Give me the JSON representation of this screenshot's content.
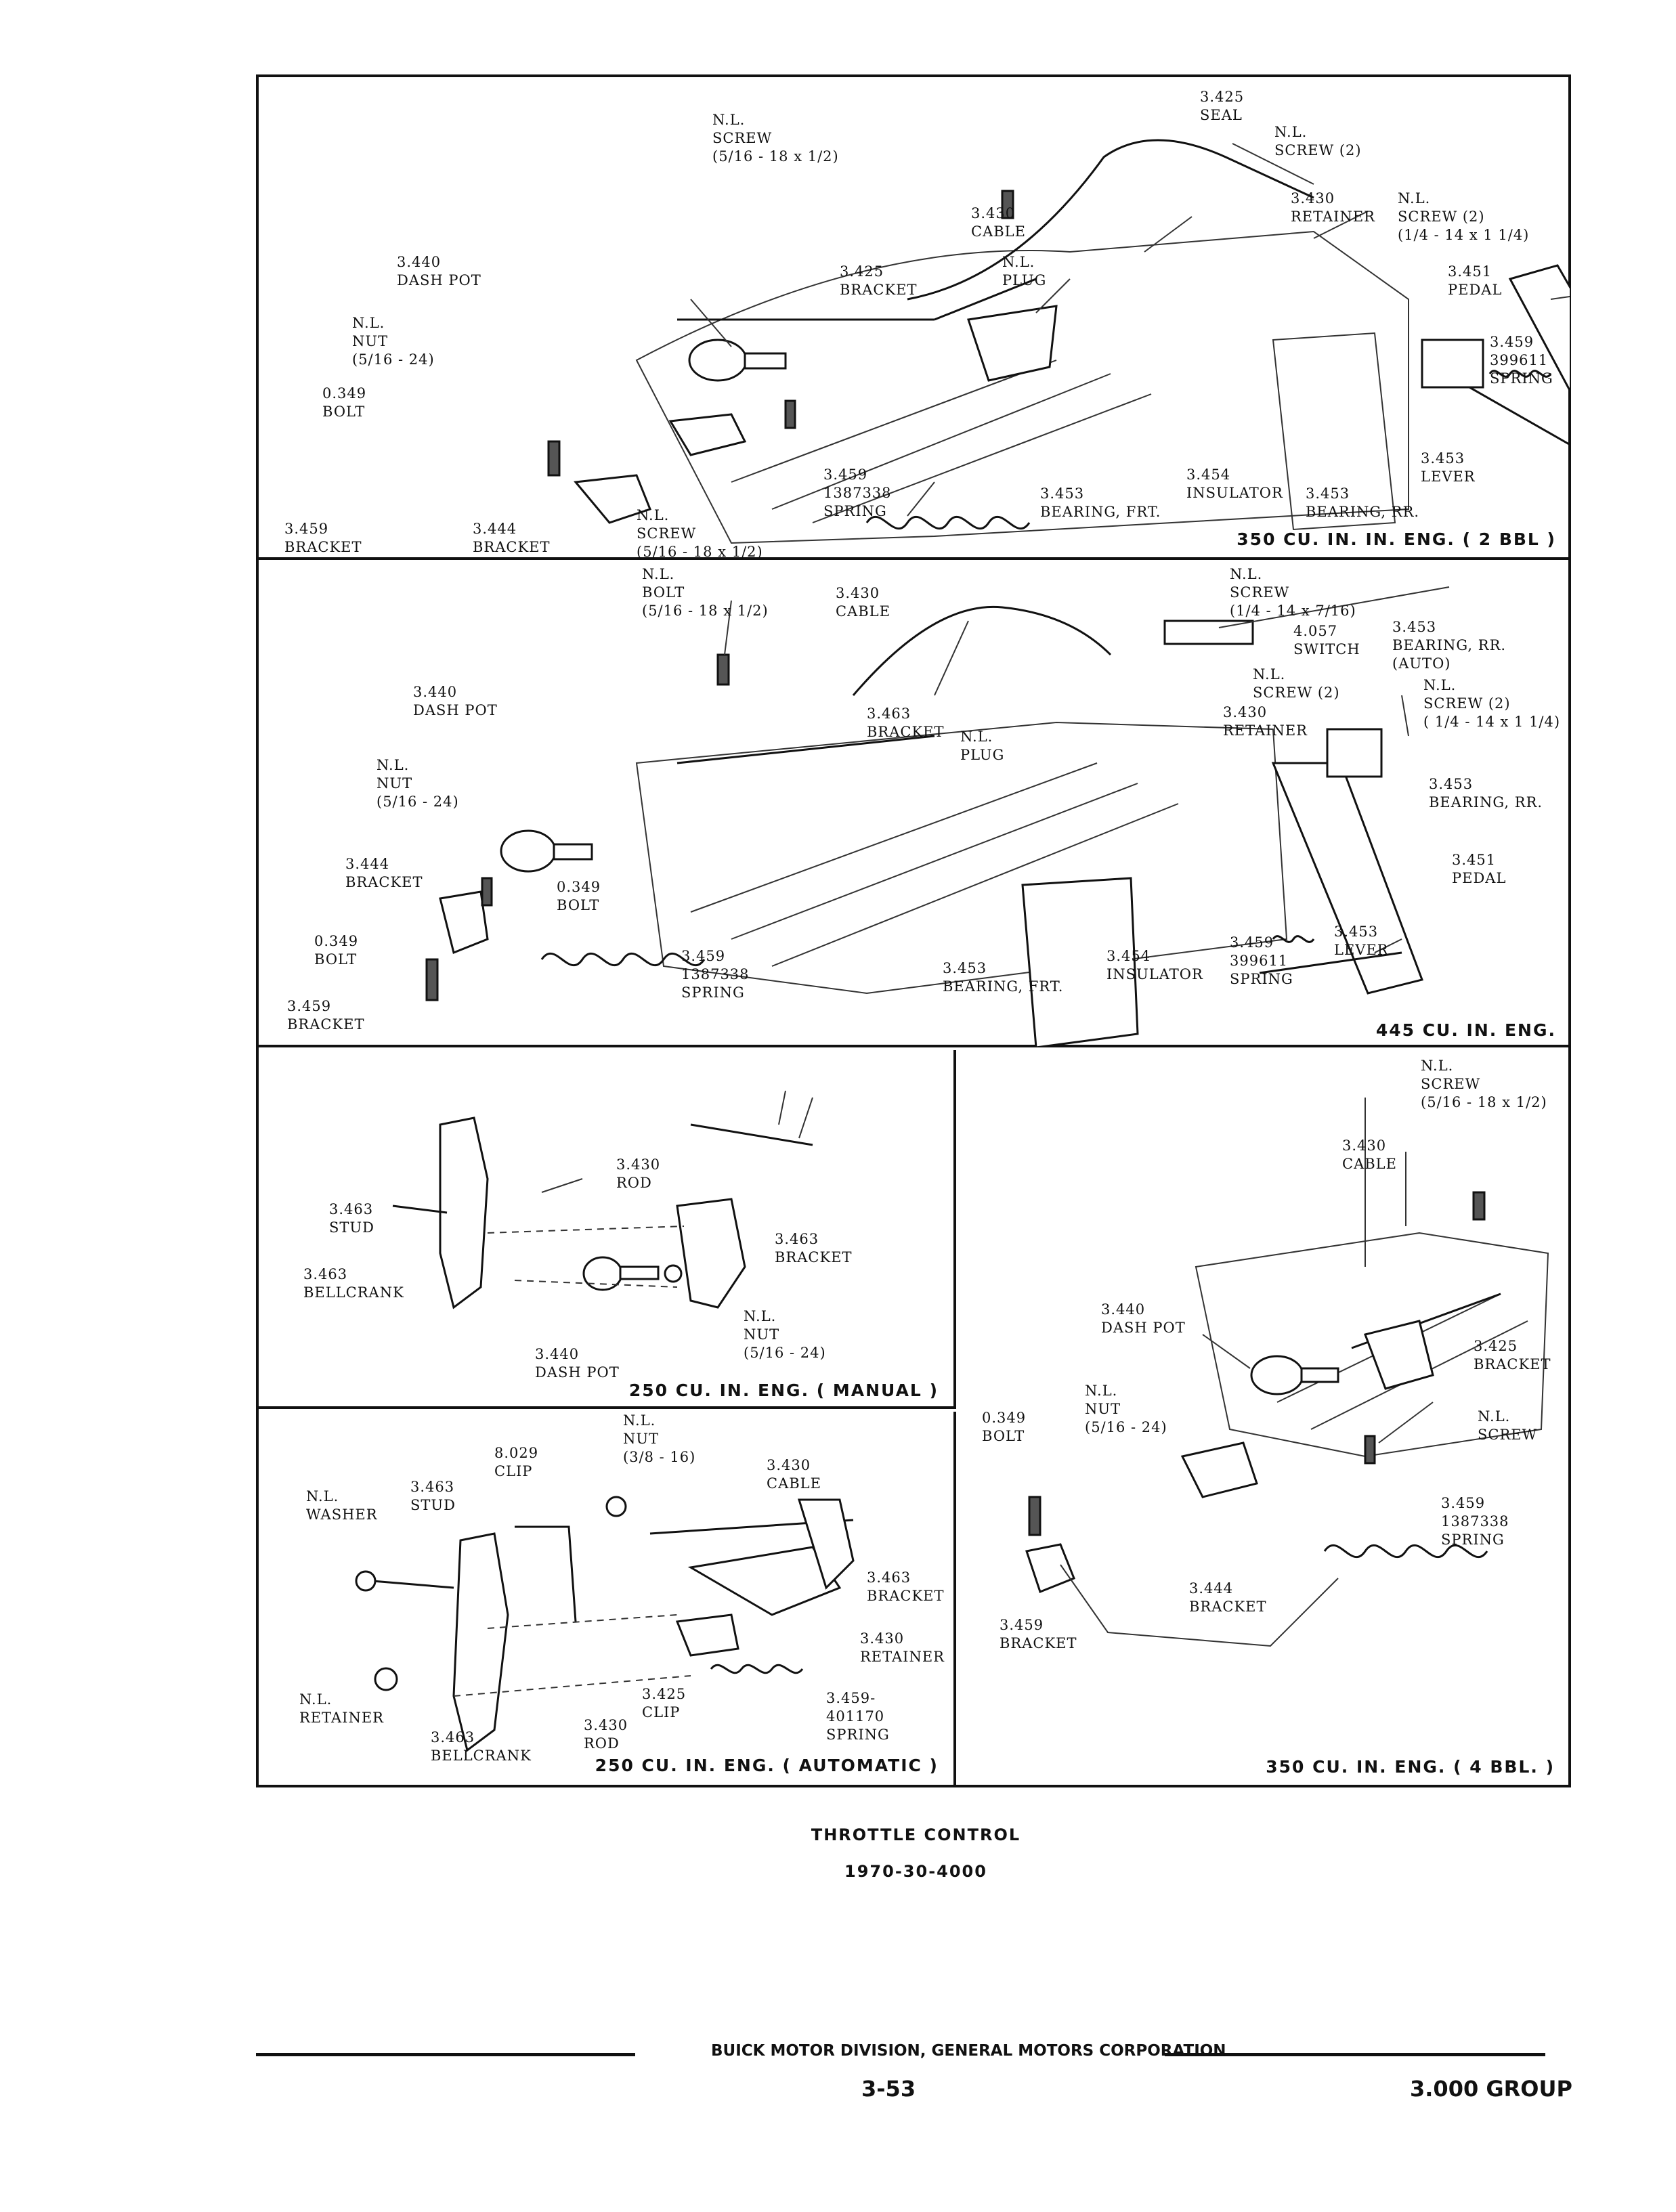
{
  "panels": {
    "p350_2bbl": {
      "caption": "350 CU. IN. IN. ENG. ( 2 BBL )",
      "labels": [
        "3.425\nSEAL",
        "N.L.\nSCREW (2)",
        "N.L.\nSCREW\n(5/16 - 18 x 1/2)",
        "3.430\nCABLE",
        "3.430\nRETAINER",
        "N.L.\nSCREW (2)\n(1/4 - 14 x 1 1/4)",
        "N.L.\nPLUG",
        "3.440\nDASH POT",
        "3.425\nBRACKET",
        "3.451\nPEDAL",
        "N.L.\nNUT\n(5/16 - 24)",
        "3.459\n399611\nSPRING",
        "0.349\nBOLT",
        "3.453\nLEVER",
        "3.459\n1387338\nSPRING",
        "3.454\nINSULATOR",
        "3.453\nBEARING, RR.",
        "3.453\nBEARING, FRT.",
        "3.459\nBRACKET",
        "3.444\nBRACKET",
        "N.L.\nSCREW\n(5/16 - 18 x 1/2)"
      ]
    },
    "p445": {
      "caption": "445 CU. IN. ENG.",
      "labels": [
        "N.L.\nBOLT\n(5/16 - 18 x 1/2)",
        "3.430\nCABLE",
        "N.L.\nSCREW\n(1/4 - 14 x 7/16)",
        "4.057\nSWITCH",
        "3.453\nBEARING, RR.\n(AUTO)",
        "N.L.\nSCREW (2)",
        "N.L.\nSCREW (2)\n( 1/4 - 14 x 1 1/4)",
        "3.440\nDASH POT",
        "3.463\nBRACKET",
        "3.430\nRETAINER",
        "N.L.\nPLUG",
        "N.L.\nNUT\n(5/16 - 24)",
        "3.453\nBEARING, RR.",
        "3.444\nBRACKET",
        "0.349\nBOLT",
        "3.451\nPEDAL",
        "0.349\nBOLT",
        "3.459\n1387338\nSPRING",
        "3.453\nLEVER",
        "3.459\nBRACKET",
        "3.453\nBEARING, FRT.",
        "3.454\nINSULATOR",
        "3.459\n399611\nSPRING"
      ]
    },
    "p250_manual": {
      "caption": "250 CU. IN. ENG. ( MANUAL )",
      "labels": [
        "3.430\nROD",
        "3.463\nSTUD",
        "3.463\nBRACKET",
        "3.463\nBELLCRANK",
        "N.L.\nNUT\n(5/16 - 24)",
        "3.440\nDASH POT"
      ]
    },
    "p250_auto": {
      "caption": "250 CU. IN. ENG. ( AUTOMATIC )",
      "labels": [
        "N.L.\nNUT\n(3/8 - 16)",
        "8.029\nCLIP",
        "3.430\nCABLE",
        "N.L.\nWASHER",
        "3.463\nSTUD",
        "3.463\nBRACKET",
        "3.430\nRETAINER",
        "N.L.\nRETAINER",
        "3.425\nCLIP",
        "3.459-\n401170\nSPRING",
        "3.430\nROD",
        "3.463\nBELLCRANK"
      ]
    },
    "p350_4bbl": {
      "caption": "350 CU. IN. ENG. ( 4 BBL. )",
      "labels": [
        "N.L.\nSCREW\n(5/16 - 18 x 1/2)",
        "3.430\nCABLE",
        "3.440\nDASH POT",
        "3.425\nBRACKET",
        "N.L.\nNUT\n(5/16 - 24)",
        "0.349\nBOLT",
        "N.L.\nSCREW",
        "3.459\n1387338\nSPRING",
        "3.444\nBRACKET",
        "3.459\nBRACKET"
      ]
    }
  },
  "figure": {
    "title": "THROTTLE CONTROL",
    "number": "1970-30-4000"
  },
  "footer": {
    "company": "BUICK MOTOR DIVISION, GENERAL MOTORS CORPORATION",
    "page": "3-53",
    "group": "3.000 GROUP"
  }
}
